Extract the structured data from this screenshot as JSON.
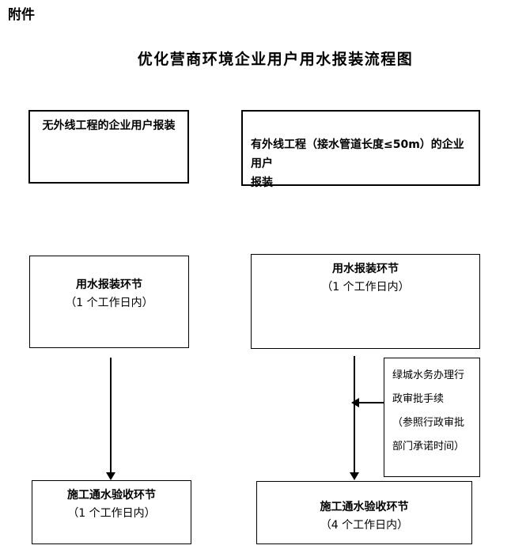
{
  "page": {
    "attachment_label": "附件",
    "title": "优化营商环境企业用户用水报装流程图"
  },
  "colors": {
    "background": "#ffffff",
    "border": "#000000",
    "text": "#000000"
  },
  "icons": {
    "arrow_down": "css-triangle-down",
    "arrow_left": "css-triangle-left"
  },
  "flowchart": {
    "columns": [
      {
        "id": "no-external-pipeline",
        "start": {
          "title": "无外线工程的企业用户报装"
        },
        "steps": [
          {
            "title": "用水报装环节",
            "duration": "（1 个工作日内）"
          },
          {
            "title": "施工通水验收环节",
            "duration": "（1 个工作日内）"
          }
        ]
      },
      {
        "id": "with-external-pipeline",
        "start": {
          "title": "有外线工程（接水管道长度≤50m）的企业用户\n报装"
        },
        "steps": [
          {
            "title": "用水报装环节",
            "duration": "（1 个工作日内）"
          },
          {
            "title": "施工通水验收环节",
            "duration": "（4 个工作日内）"
          }
        ],
        "side_note": {
          "text": "绿城水务办理行\n政审批手续\n（参照行政审批\n部门承诺时间）"
        }
      }
    ]
  }
}
